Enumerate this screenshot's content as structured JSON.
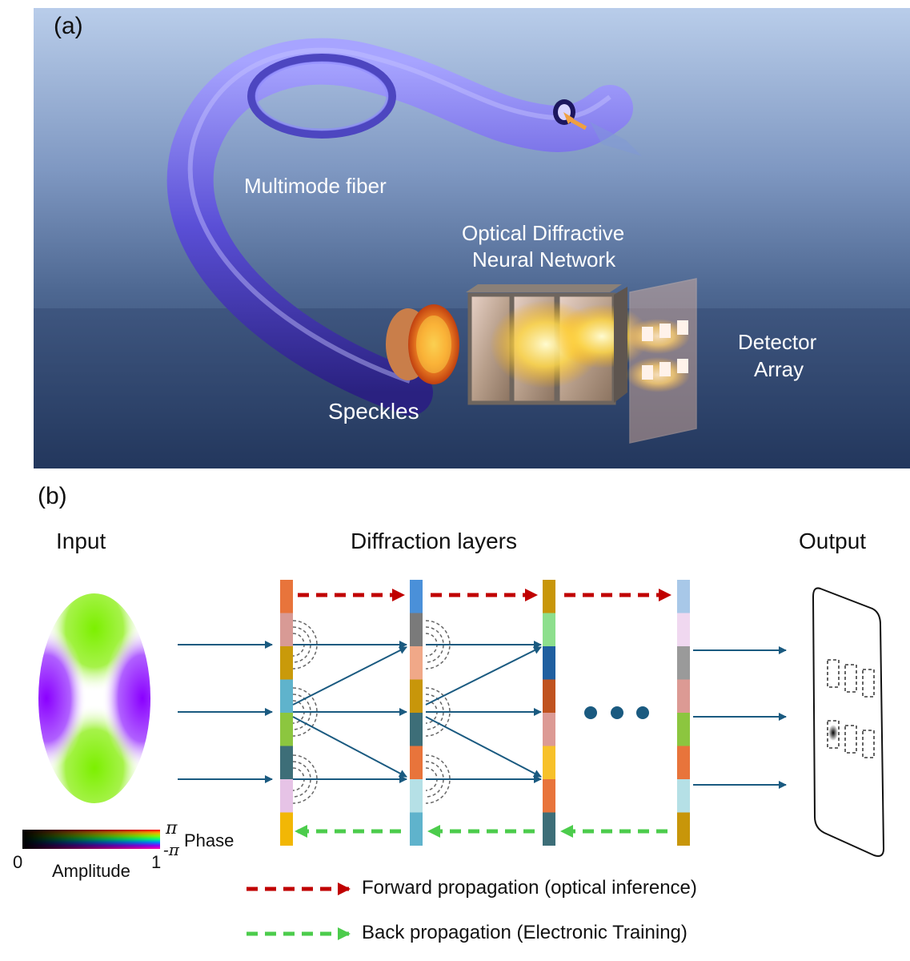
{
  "panel_a": {
    "label": "(a)",
    "fiber_label": "Multimode fiber",
    "odnn_label_line1": "Optical Diffractive",
    "odnn_label_line2": "Neural Network",
    "detector_label_line1": "Detector",
    "detector_label_line2": "Array",
    "speckles_label": "Speckles"
  },
  "panel_b": {
    "label": "(b)",
    "input_title": "Input",
    "layers_title": "Diffraction layers",
    "output_title": "Output",
    "colorbar": {
      "phase_top": "π",
      "phase_bottom": "-π",
      "phase_label": "Phase",
      "amp_min": "0",
      "amp_max": "1",
      "amp_label": "Amplitude"
    },
    "legend": {
      "forward": "Forward propagation (optical inference)",
      "forward_color": "#c00000",
      "back": "Back propagation (Electronic Training)",
      "back_color": "#4ccc4c"
    },
    "layers": [
      [
        "#e8743b",
        "#d89a95",
        "#c99a0a",
        "#5fb3cc",
        "#8cc63f",
        "#3d6e78",
        "#e6c3e6",
        "#f2b705"
      ],
      [
        "#4a90d9",
        "#7a7a7a",
        "#f0a888",
        "#c8960a",
        "#3d6e78",
        "#e8743b",
        "#b5e0e6",
        "#5fb3cc"
      ],
      [
        "#c8960a",
        "#8ddf8d",
        "#1f5fa0",
        "#c0531f",
        "#dc9a94",
        "#f7c12a",
        "#e8743b",
        "#3d6e78"
      ],
      [
        "#a8c8e8",
        "#f0d8f0",
        "#9a9a9a",
        "#dc9a94",
        "#8cc63f",
        "#e8743b",
        "#b5e0e6",
        "#c8960a"
      ]
    ]
  }
}
